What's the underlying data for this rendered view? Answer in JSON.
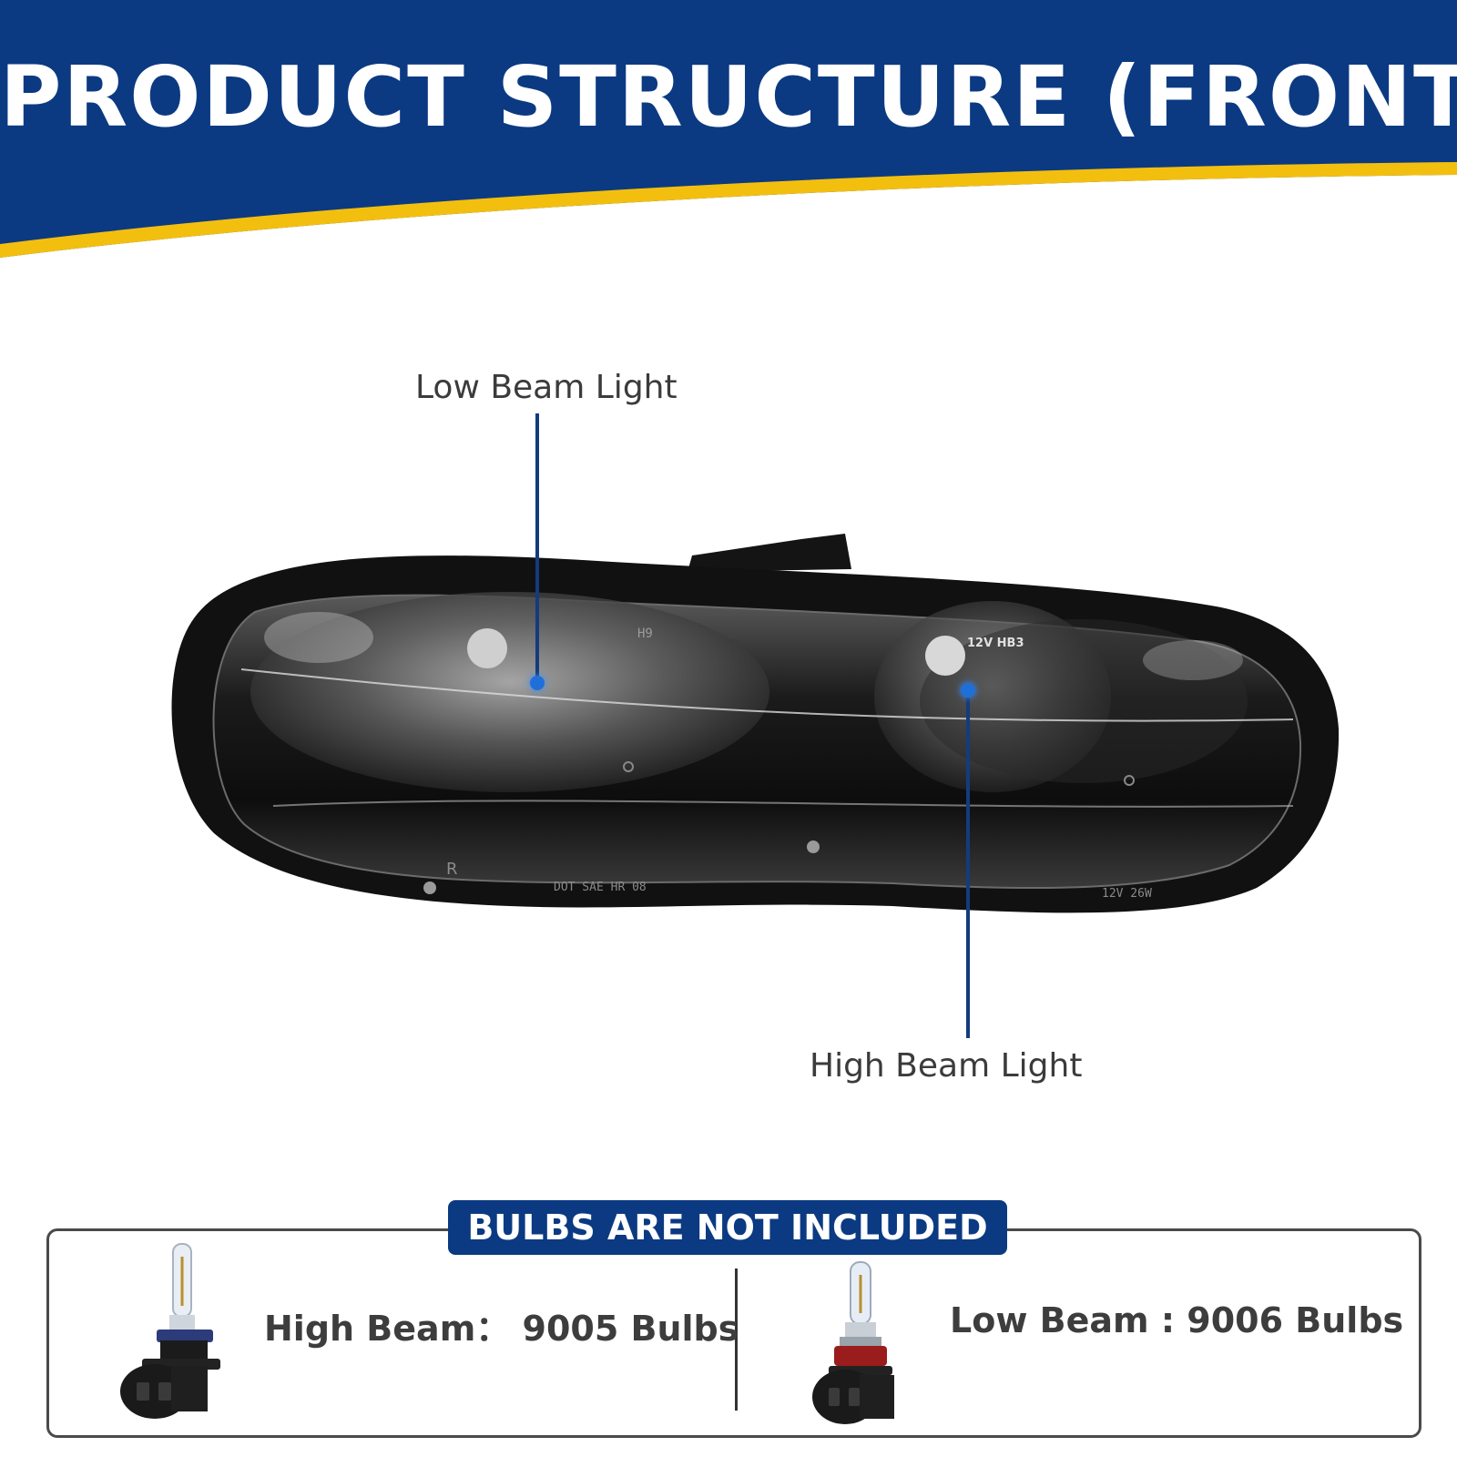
{
  "banner": {
    "title": "PRODUCT STRUCTURE (FRONT)",
    "colors": {
      "navy": "#0b3a82",
      "gold": "#f3bf0f"
    }
  },
  "product": {
    "low_beam_label": "Low Beam Light",
    "high_beam_label": "High Beam Light",
    "lens_markings": [
      "H9",
      "12V HB3",
      "DOT SAE HR 08",
      "R",
      "12V 26W"
    ]
  },
  "bulbs": {
    "notice": "BULBS ARE NOT INCLUDED",
    "high_beam_text": "High Beam： 9005 Bulbs",
    "low_beam_text": "Low Beam : 9006  Bulbs",
    "high_beam_icon": "9005-bulb-icon",
    "low_beam_icon": "9006-bulb-icon"
  }
}
